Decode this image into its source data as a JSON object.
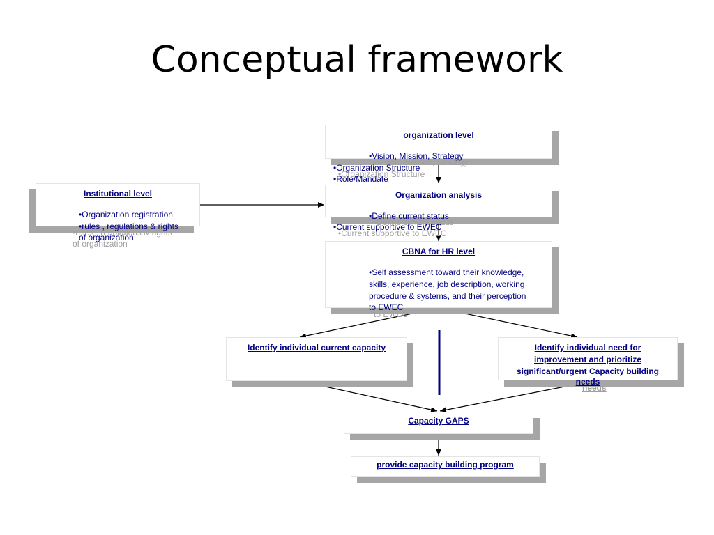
{
  "title": "Conceptual framework",
  "institutional": {
    "heading": "Institutional level",
    "items": [
      "Organization registration",
      "rules , regulations & rights",
      "of organization"
    ]
  },
  "organization": {
    "heading": "organization level",
    "items": [
      "Vision, Mission, Strategy",
      "Organization Structure",
      "Role/Mandate"
    ]
  },
  "analysis": {
    "heading": "Organization analysis",
    "items": [
      "Define current status",
      "Current supportive to EWEC"
    ]
  },
  "cbna": {
    "heading": "CBNA for HR level",
    "text_lines": [
      "•Self assessment toward their knowledge,",
      "skills, experience, job description, working",
      "procedure & systems, and their perception",
      "to EWEC"
    ],
    "ghost_tail": "to EWEC"
  },
  "current_capacity": {
    "heading": "Identify individual current capacity"
  },
  "need": {
    "lines": [
      "Identify individual need for",
      "improvement and prioritize",
      "significant/urgent Capacity building",
      "needs"
    ],
    "ghost_tail": "needs"
  },
  "gaps": {
    "heading": "Capacity GAPS"
  },
  "program": {
    "heading": "provide capacity building program"
  },
  "bullet": "•",
  "colors": {
    "accent": "#000080",
    "shadow": "#a6a6a6",
    "ghost": "#a0a0a0"
  }
}
